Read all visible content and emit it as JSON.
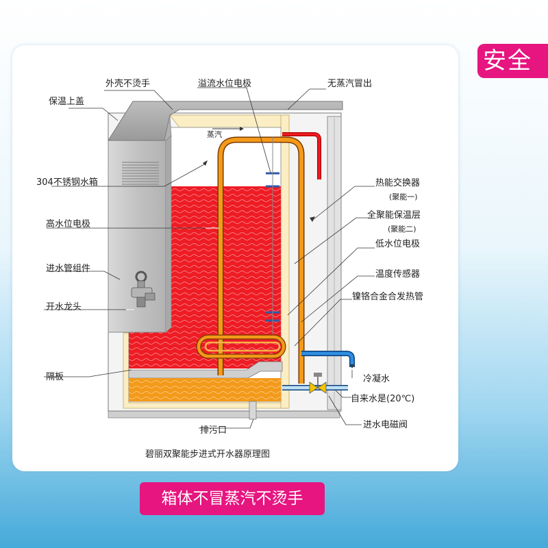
{
  "badge": "安全",
  "banner": "箱体不冒蒸汽不烫手",
  "diagram": {
    "caption": "碧丽双聚能步进式开水器原理图",
    "steam_tag": "蒸汽",
    "labels": {
      "outer_shell": "外壳不烫手",
      "insulated_lid": "保温上盖",
      "overflow_electrode": "溢流水位电极",
      "no_steam_vent": "无蒸汽冒出",
      "steel_tank": "304不锈钢水箱",
      "heat_exchanger": "热能交换器",
      "heat_exchanger_note": "(聚能一)",
      "insulation_layer": "全聚能保温层",
      "insulation_note": "(聚能二)",
      "high_level_electrode": "高水位电极",
      "low_level_electrode": "低水位电极",
      "inlet_assembly": "进水管组件",
      "temp_sensor": "温度传感器",
      "heating_tube": "镍铬合金合发热管",
      "faucet": "开水龙头",
      "condensate": "冷凝水",
      "partition": "隔板",
      "tap_water": "自来水是(20℃)",
      "drain": "排污口",
      "solenoid_valve": "进水电磁阀"
    }
  },
  "colors": {
    "accent_pink": "#e6157f",
    "hot_water": "#ee1c24",
    "warm_water": "#f39a1a",
    "insulation": "#fbeec4",
    "steel": "#c9c9c9",
    "cold_pipe": "#1a6fc0"
  }
}
